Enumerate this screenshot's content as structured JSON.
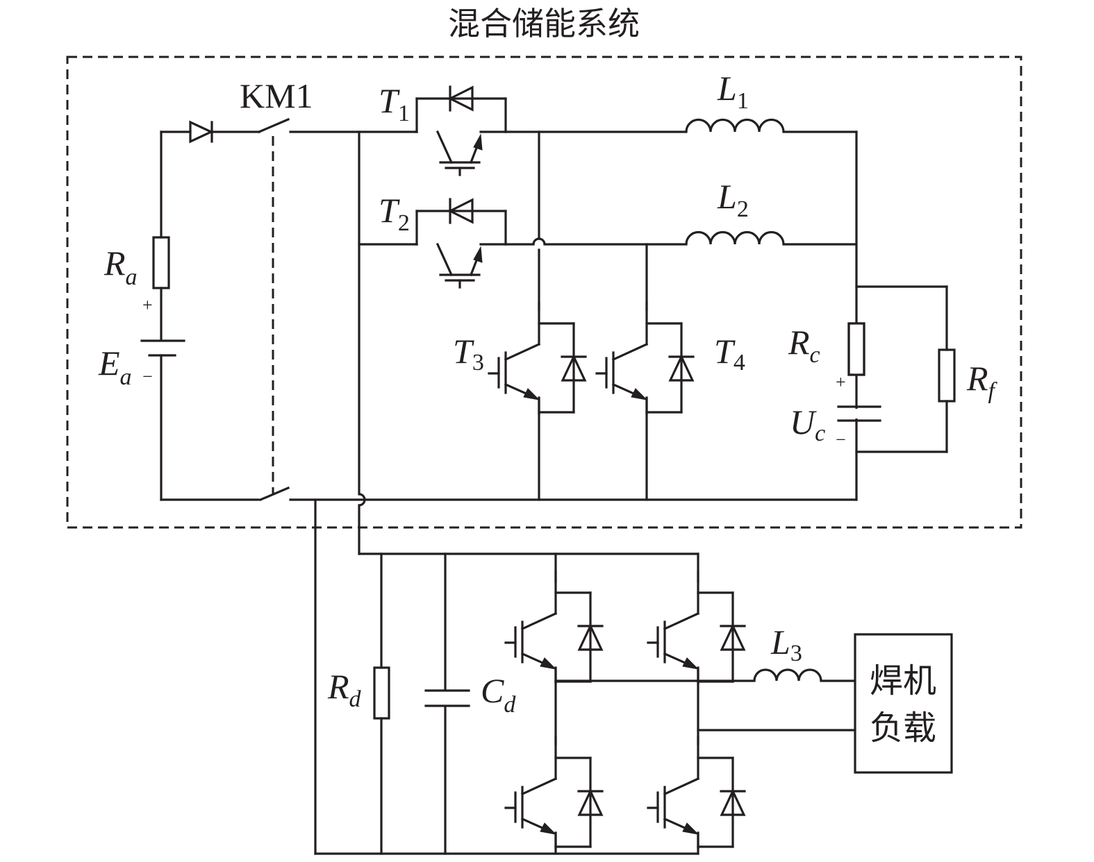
{
  "title": "混合储能系统",
  "colors": {
    "line": "#231f20",
    "background": "#ffffff"
  },
  "components": {
    "switch": {
      "label": "KM1"
    },
    "battery_resistor": {
      "symbol": "R",
      "sub": "a"
    },
    "battery": {
      "symbol": "E",
      "sub": "a",
      "plus": "+",
      "minus": "−"
    },
    "t1": {
      "symbol": "T",
      "sub": "1"
    },
    "t2": {
      "symbol": "T",
      "sub": "2"
    },
    "t3": {
      "symbol": "T",
      "sub": "3"
    },
    "t4": {
      "symbol": "T",
      "sub": "4"
    },
    "l1": {
      "symbol": "L",
      "sub": "1"
    },
    "l2": {
      "symbol": "L",
      "sub": "2"
    },
    "l3": {
      "symbol": "L",
      "sub": "3"
    },
    "rc": {
      "symbol": "R",
      "sub": "c"
    },
    "uc": {
      "symbol": "U",
      "sub": "c",
      "plus": "+",
      "minus": "−"
    },
    "rf": {
      "symbol": "R",
      "sub": "f"
    },
    "rd": {
      "symbol": "R",
      "sub": "d"
    },
    "cd": {
      "symbol": "C",
      "sub": "d"
    },
    "load": {
      "line1": "焊机",
      "line2": "负载"
    }
  }
}
